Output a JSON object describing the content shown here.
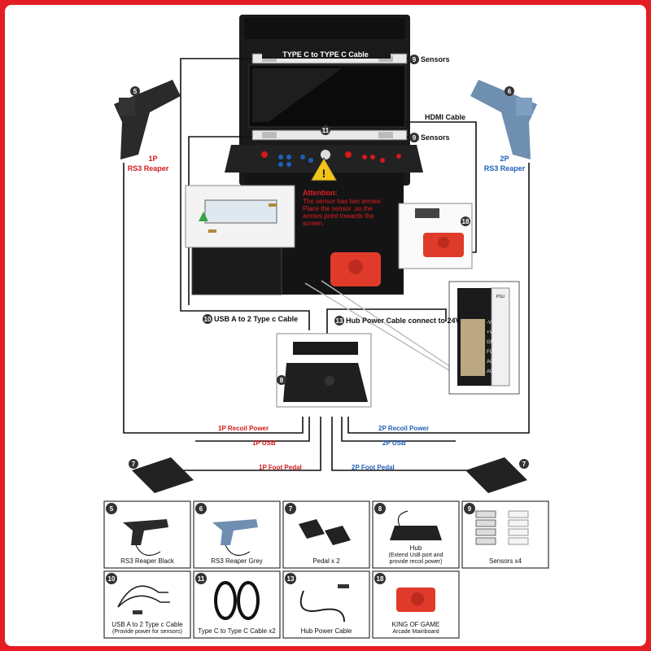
{
  "labels": {
    "type_c_cable": "TYPE C to TYPE C Cable",
    "sensors_top": "Sensors",
    "hdmi_cable": "HDMI Cable",
    "sensors_mid": "Sensors",
    "p1": "1P",
    "p1_name": "RS3 Reaper",
    "p2": "2P",
    "p2_name": "RS3 Reaper",
    "attention_title": "Attention:",
    "attention_body_1": "The sensor has two arrows",
    "attention_body_2": "Place the sensor ,so the",
    "attention_body_3": "arrows point towards the",
    "attention_body_4": "screen.",
    "usb_a_cable": "USB A to 2 Type c Cable",
    "hub_power_cable": "Hub Power Cable connect to 24V",
    "recoil_1p": "1P Recoil Power",
    "usb_1p": "1P USB",
    "recoil_2p": "2P Recoil Power",
    "usb_2p": "2P USB",
    "pedal_1p": "1P Foot Pedal",
    "pedal_2p": "2P Foot Pedal"
  },
  "badges": {
    "b5": "5",
    "b6": "6",
    "b9a": "9",
    "b9b": "9",
    "b11": "11",
    "b10": "10",
    "b13": "13",
    "b18": "18",
    "b8": "8",
    "b7a": "7",
    "b7b": "7"
  },
  "psu_labels": [
    "-V",
    "+V",
    "GND",
    "FG",
    "AC",
    "AC"
  ],
  "cards": [
    {
      "num": "5",
      "caption": "RS3 Reaper Black",
      "caption2": ""
    },
    {
      "num": "6",
      "caption": "RS3 Reaper Grey",
      "caption2": ""
    },
    {
      "num": "7",
      "caption": "Pedal x 2",
      "caption2": ""
    },
    {
      "num": "8",
      "caption": "Hub",
      "caption2": "(Extend UsB port and",
      "caption3": "provide recoil power)"
    },
    {
      "num": "9",
      "caption": "Sensors x4",
      "caption2": ""
    },
    {
      "num": "10",
      "caption": "USB A to 2 Type c Cable",
      "caption2": "(Provide power for sensors)"
    },
    {
      "num": "11",
      "caption": "Type C to Type C Cable x2",
      "caption2": ""
    },
    {
      "num": "13",
      "caption": "Hub Power Cable",
      "caption2": ""
    },
    {
      "num": "18",
      "caption": "KING OF GAME",
      "caption2": "Arcade Mainboard"
    }
  ],
  "colors": {
    "border": "#e41d23",
    "player1": "#d21a1a",
    "player2": "#1f5fb7",
    "gun_black": "#2a2a2a",
    "gun_grey": "#6f8fb0",
    "mainboard": "#e03a2a"
  }
}
